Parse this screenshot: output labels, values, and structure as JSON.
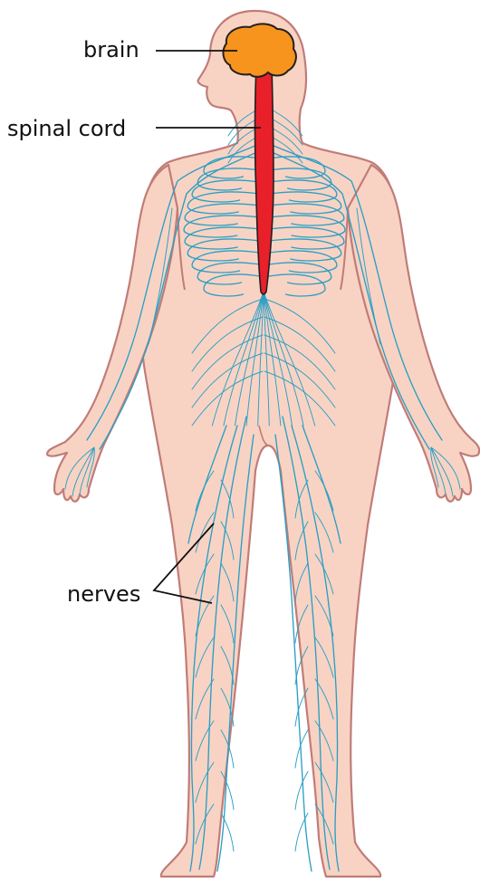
{
  "labels": {
    "brain": "brain",
    "spinal_cord": "spinal cord",
    "nerves": "nerves"
  },
  "colors": {
    "skin": "#f8d3c4",
    "skin_outline": "#c07c78",
    "brain": "#f7941d",
    "brain_outline": "#231f20",
    "spinal_cord": "#e8202a",
    "nerves": "#2a9fc4",
    "leader_lines": "#111111"
  }
}
